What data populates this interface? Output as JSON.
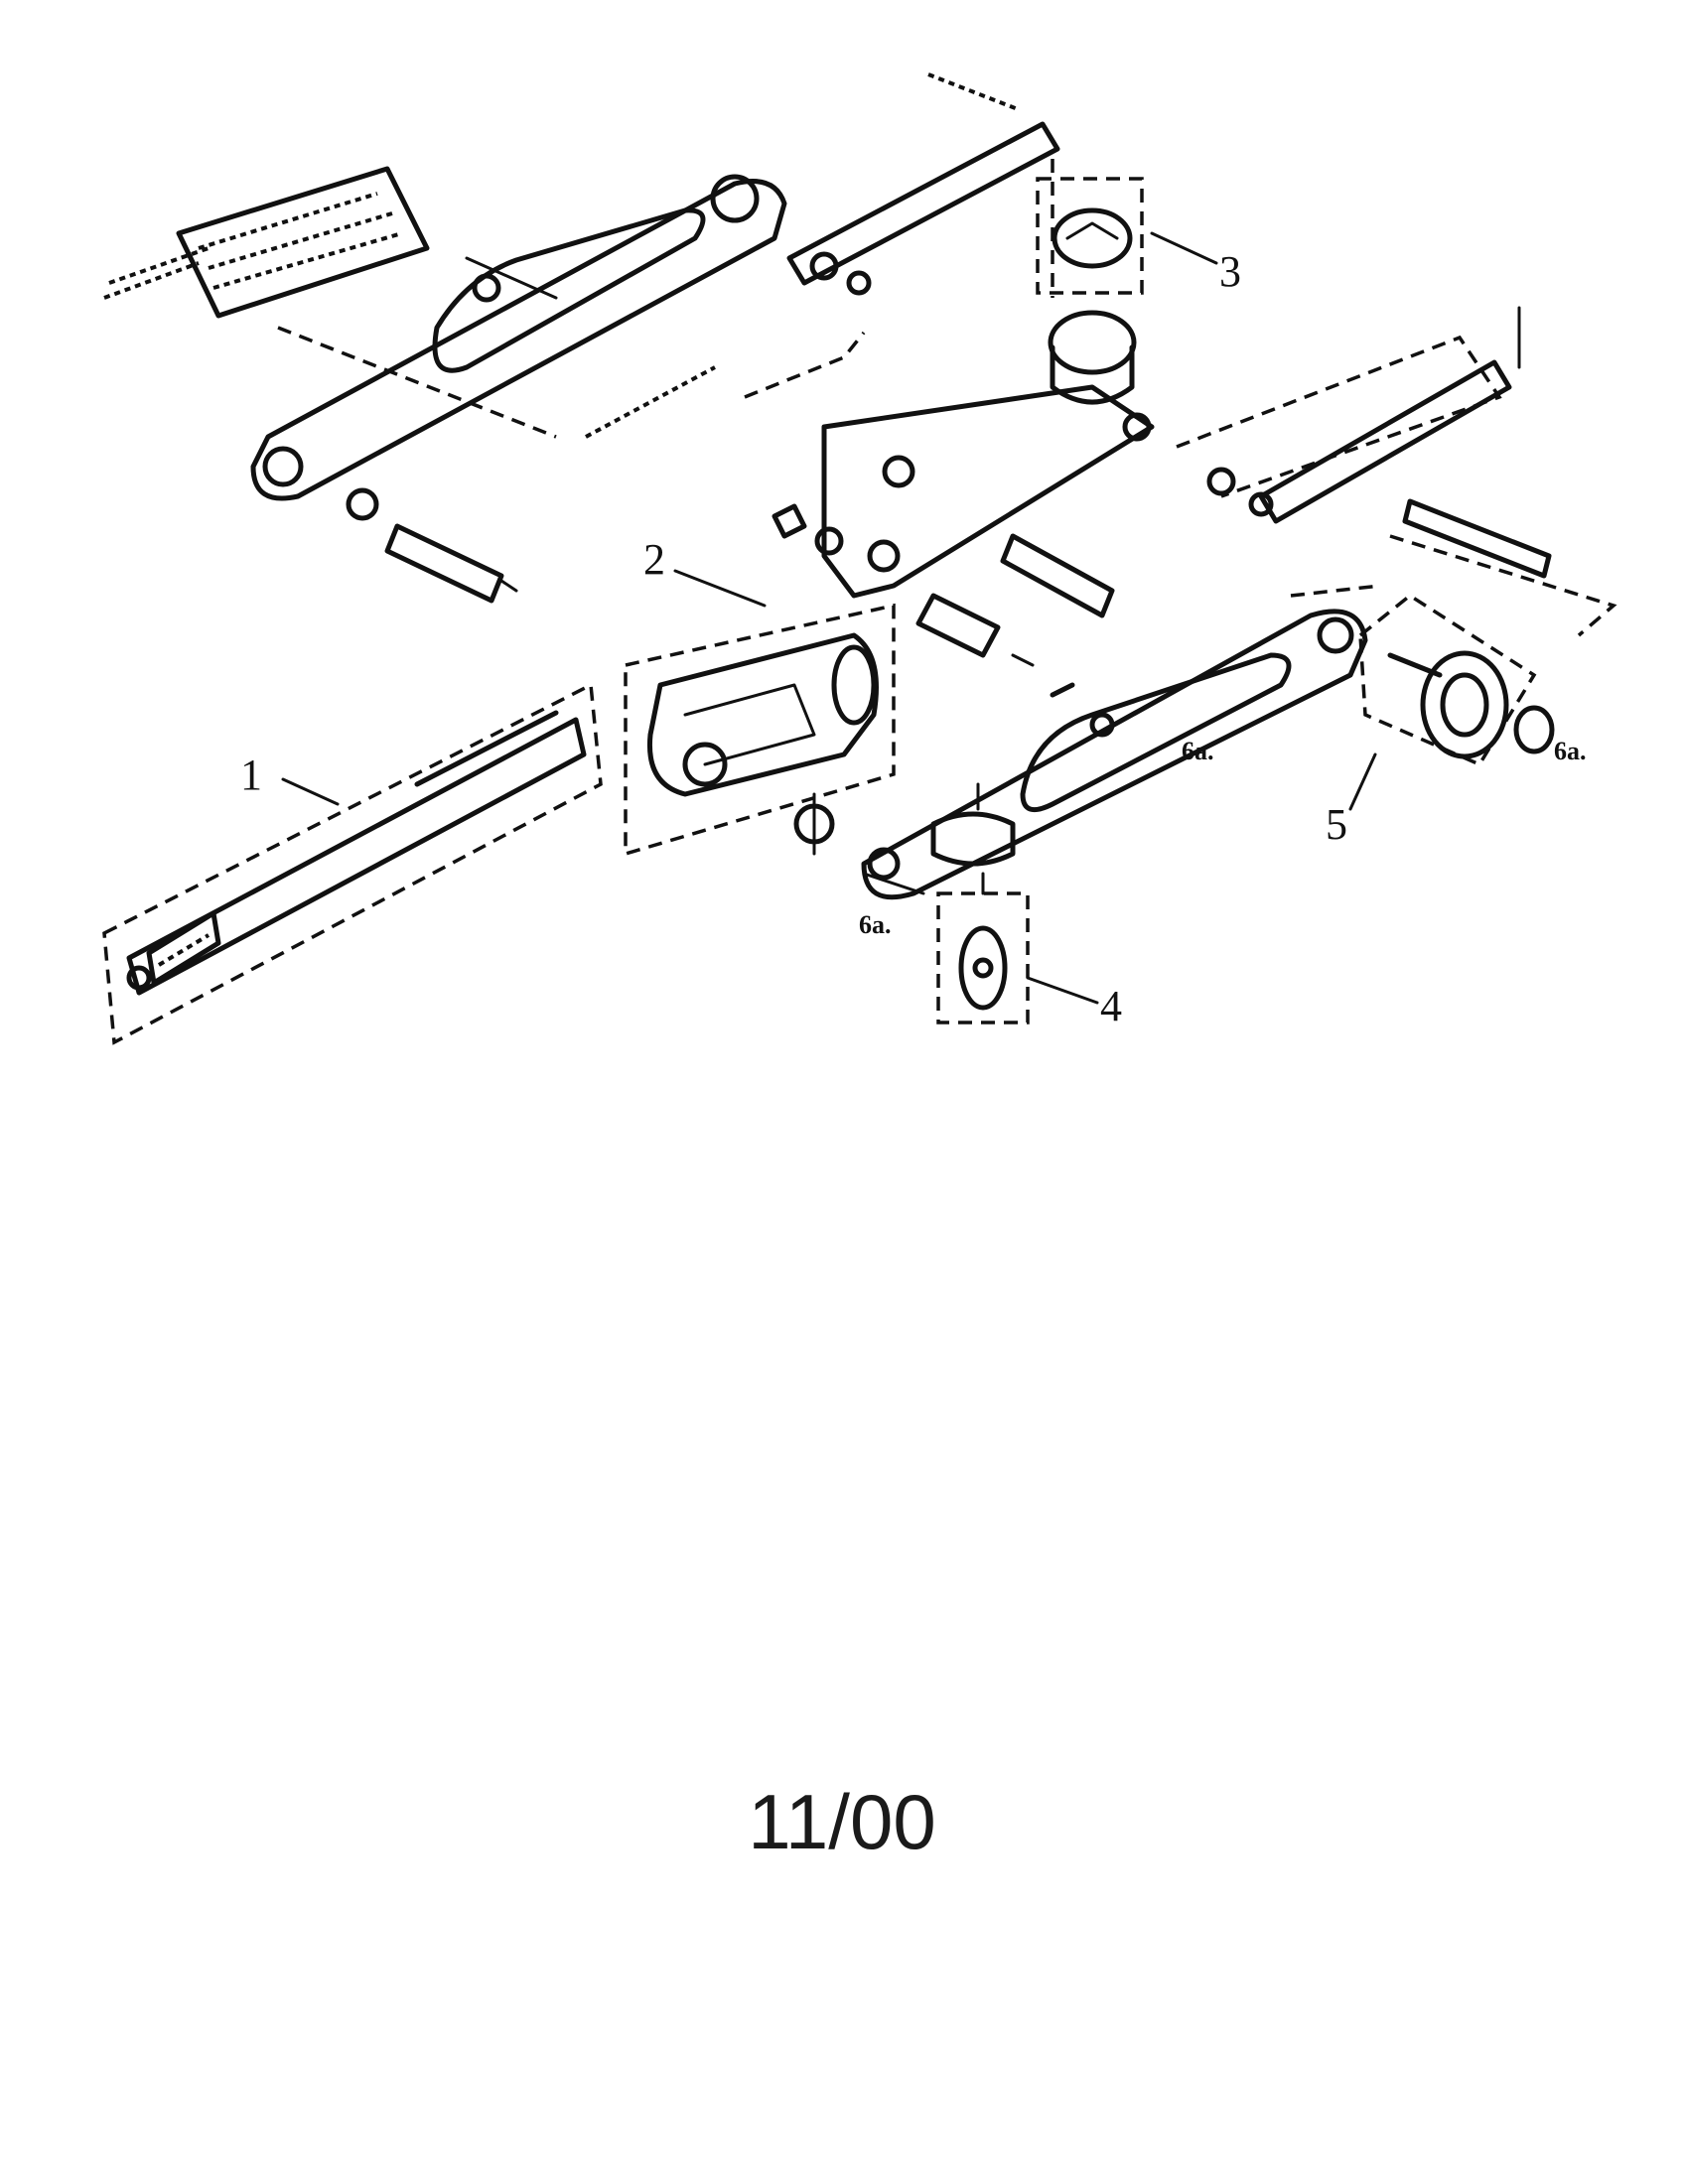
{
  "diagram": {
    "callouts": [
      {
        "id": "1",
        "label": "1"
      },
      {
        "id": "2",
        "label": "2"
      },
      {
        "id": "3",
        "label": "3"
      },
      {
        "id": "4",
        "label": "4"
      },
      {
        "id": "5",
        "label": "5"
      }
    ],
    "qty_labels": [
      "6a.",
      "6a.",
      "6a."
    ]
  },
  "footer": {
    "page_number": "11/00"
  }
}
